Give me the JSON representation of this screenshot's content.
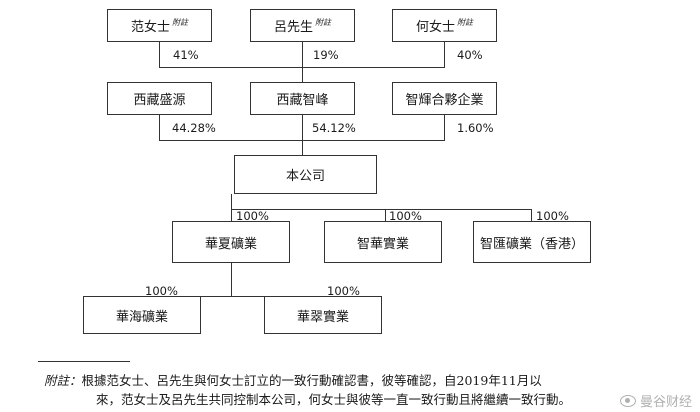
{
  "shareholders": [
    {
      "name": "范女士",
      "note": "附註",
      "pct": "41%"
    },
    {
      "name": "呂先生",
      "note": "附註",
      "pct": "19%"
    },
    {
      "name": "何女士",
      "note": "附註",
      "pct": "40%"
    }
  ],
  "holdcos": [
    {
      "name": "西藏盛源",
      "pct": "44.28%"
    },
    {
      "name": "西藏智峰",
      "pct": "54.12%"
    },
    {
      "name": "智輝合夥企業",
      "pct": "1.60%"
    }
  ],
  "company": {
    "name": "本公司"
  },
  "subsidiaries": [
    {
      "name": "華夏礦業",
      "pct": "100%"
    },
    {
      "name": "智華實業",
      "pct": "100%"
    },
    {
      "name": "智匯礦業（香港）",
      "pct": "100%"
    }
  ],
  "sub_subsidiaries": [
    {
      "name": "華海礦業",
      "pct": "100%"
    },
    {
      "name": "華翠實業",
      "pct": "100%"
    }
  ],
  "footnote": {
    "label": "附註：",
    "line1": "根據范女士、呂先生與何女士訂立的一致行動確認書，彼等確認，自2019年11月以",
    "line2": "來，范女士及呂先生共同控制本公司，何女士與彼等一直一致行動且將繼續一致行動。"
  },
  "watermark": {
    "text": "曼谷财经",
    "icon": "eye-icon"
  }
}
